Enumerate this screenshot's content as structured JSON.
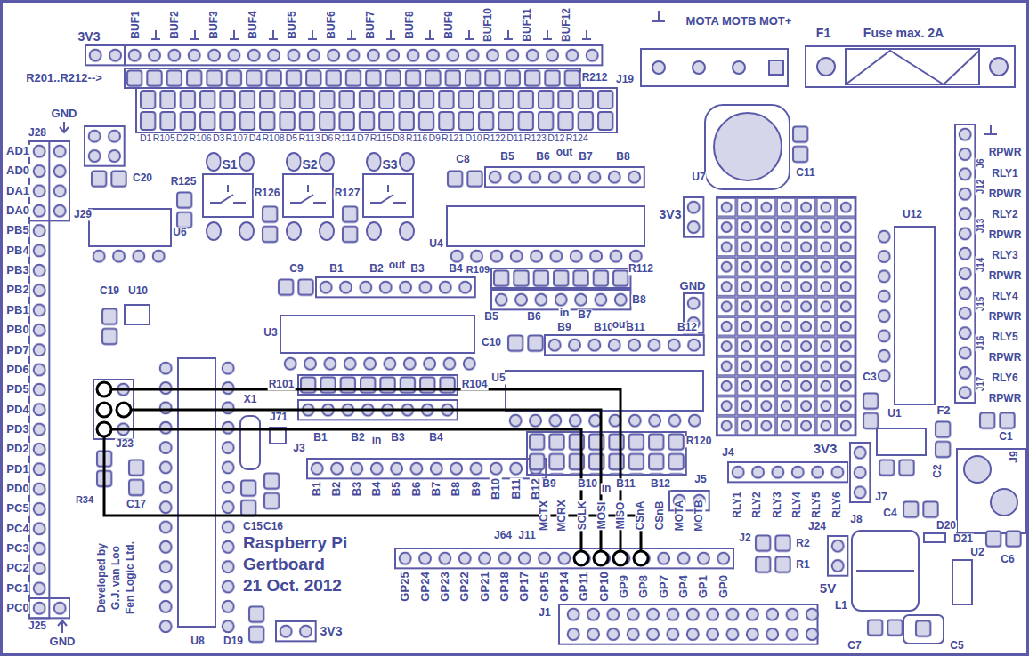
{
  "diagram": {
    "labels": [
      "3V3",
      "BUF1",
      "BUF2",
      "BUF3",
      "BUF4",
      "BUF5",
      "BUF6",
      "BUF7",
      "BUF8",
      "BUF9",
      "BUF10",
      "BUF11",
      "BUF12",
      "R201..R212-->",
      "R212",
      "J19",
      "MOTA MOTB MOT+",
      "F1",
      "Fuse max. 2A",
      "D1",
      "R105",
      "D2",
      "R106",
      "D3",
      "R107",
      "D4",
      "R108",
      "D5",
      "R113",
      "D6",
      "R114",
      "D7",
      "R115",
      "D8",
      "R116",
      "D9",
      "R121",
      "D10",
      "R122",
      "D11",
      "R123",
      "D12",
      "R124",
      "GND",
      "J28",
      "AD1",
      "AD0",
      "DA1",
      "DA0",
      "PB5",
      "PB4",
      "PB3",
      "PB2",
      "PB1",
      "PB0",
      "PD7",
      "PD6",
      "PD5",
      "PD4",
      "PD3",
      "PD2",
      "PD1",
      "PD0",
      "PC5",
      "PC4",
      "PC3",
      "PC2",
      "PC1",
      "PC0",
      "J25",
      "GND",
      "C20",
      "J29",
      "U6",
      "R125",
      "S1",
      "S2",
      "S3",
      "R126",
      "R127",
      "C8",
      "B5",
      "B6",
      "out",
      "B7",
      "B8",
      "U4",
      "3V3",
      "U7",
      "C11",
      "C19",
      "U10",
      "C9",
      "B1",
      "B2",
      "out",
      "B3",
      "B4",
      "R109",
      "R112",
      "GND",
      "B8",
      "B5",
      "B6",
      "in",
      "B7",
      "B9",
      "B10",
      "out",
      "B11",
      "B12",
      "C10",
      "U3",
      "R101",
      "R104",
      "U5",
      "X1",
      "J71",
      "B1",
      "B2",
      "in",
      "B3",
      "B4",
      "J23",
      "R120",
      "J3",
      "B1",
      "B2",
      "B3",
      "B4",
      "B5",
      "B6",
      "B7",
      "B8",
      "B9",
      "B10",
      "B11",
      "B12",
      "R34",
      "C17",
      "B9",
      "B10",
      "in",
      "B11",
      "B12",
      "J5",
      "MCTX",
      "MCRX",
      "SCLK",
      "MOSI",
      "MISO",
      "CSnA",
      "CSnB",
      "MOTA",
      "MOTB",
      "J4",
      "3V3",
      "RLY1",
      "RLY2",
      "RLY3",
      "RLY4",
      "RLY5",
      "RLY6",
      "J24",
      "R2",
      "R1",
      "5V",
      "J7",
      "J8",
      "C4",
      "D20",
      "D21",
      "U2",
      "C6",
      "L1",
      "C7",
      "C5",
      "C15",
      "C16",
      "J64",
      "J11",
      "J2",
      "GP25",
      "GP24",
      "GP23",
      "GP22",
      "GP21",
      "GP18",
      "GP17",
      "GP15",
      "GP14",
      "GP11",
      "GP10",
      "GP9",
      "GP8",
      "GP7",
      "GP4",
      "GP1",
      "GP0",
      "J1",
      "D19",
      "3V3",
      "Developed by",
      "G.J. van Loo",
      "Fen Logic Ltd.",
      "Raspberry Pi",
      "Gertboard",
      "21 Oct. 2012",
      "J6",
      "RPWR",
      "RLY1",
      "J12",
      "RPWR",
      "J13",
      "RLY2",
      "RPWR",
      "J14",
      "RLY3",
      "RPWR",
      "J15",
      "RLY4",
      "RPWR",
      "J16",
      "RLY5",
      "RPWR",
      "J17",
      "RLY6",
      "RPWR",
      "U12",
      "C3",
      "F2",
      "U1",
      "C1",
      "C2",
      "J9",
      "U8"
    ]
  }
}
